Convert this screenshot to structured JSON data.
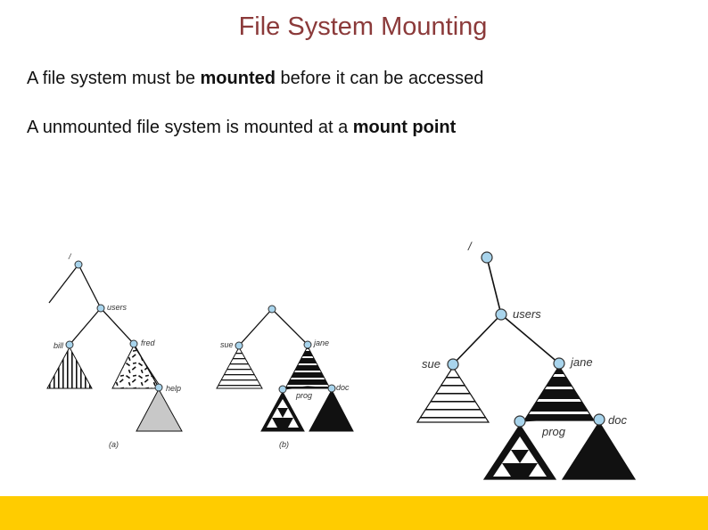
{
  "slide": {
    "title": "File System Mounting",
    "bullet1": {
      "pre": "A file system must be ",
      "bold": "mounted",
      "post": " before it can be accessed"
    },
    "bullet2": {
      "pre": "A unmounted file system  is mounted at a ",
      "bold": "mount point",
      "post": ""
    }
  },
  "figure_a": {
    "root": "/",
    "users": "users",
    "bill": "bill",
    "fred": "fred",
    "help": "help",
    "caption": "(a)"
  },
  "figure_b": {
    "sue": "sue",
    "jane": "jane",
    "prog": "prog",
    "doc": "doc",
    "caption": "(b)"
  },
  "figure_c": {
    "root": "/",
    "users": "users",
    "sue": "sue",
    "jane": "jane",
    "prog": "prog",
    "doc": "doc"
  },
  "colors": {
    "title": "#8b3a3a",
    "node_fill": "#a8d4ec",
    "footer": "#ffcc00"
  }
}
